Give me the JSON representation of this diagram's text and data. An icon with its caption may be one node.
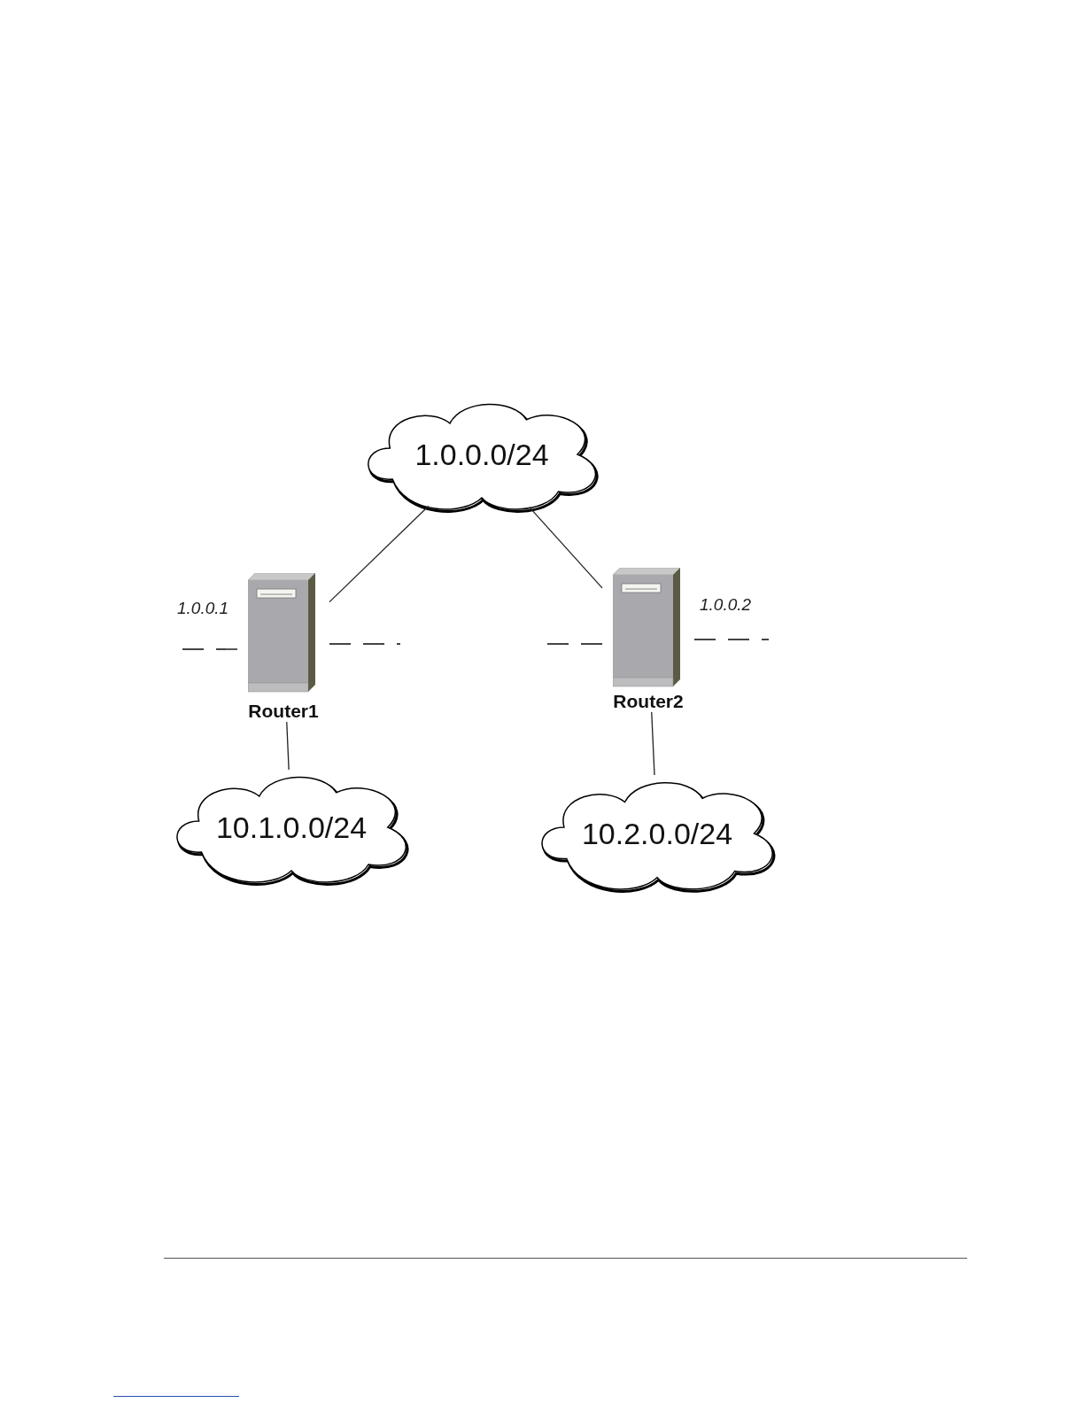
{
  "diagram": {
    "nodes": [
      {
        "text": [
          "1.0.0.0/24"
        ]
      },
      {
        "text": [
          "Router1"
        ]
      },
      {
        "text": [
          "Router2"
        ]
      },
      {
        "text": [
          "10.1.0.0/24"
        ]
      },
      {
        "text": [
          "10.2.0.0/24"
        ]
      }
    ],
    "edges": [
      {
        "from": 0,
        "to": 1,
        "arrow": "none"
      },
      {
        "from": 0,
        "to": 2,
        "arrow": "none"
      },
      {
        "from": 1,
        "to": 3,
        "arrow": "none"
      },
      {
        "from": 2,
        "to": 4,
        "arrow": "none"
      },
      {
        "from": 1,
        "to": null,
        "arrow": "none",
        "style": "dashed"
      },
      {
        "from": 1,
        "to": null,
        "arrow": "none",
        "style": "dashed"
      },
      {
        "from": 2,
        "to": null,
        "arrow": "none",
        "style": "dashed"
      },
      {
        "from": 2,
        "to": null,
        "arrow": "none",
        "style": "dashed"
      }
    ],
    "labels": [
      "1.0.0.1",
      "1.0.0.2"
    ]
  }
}
